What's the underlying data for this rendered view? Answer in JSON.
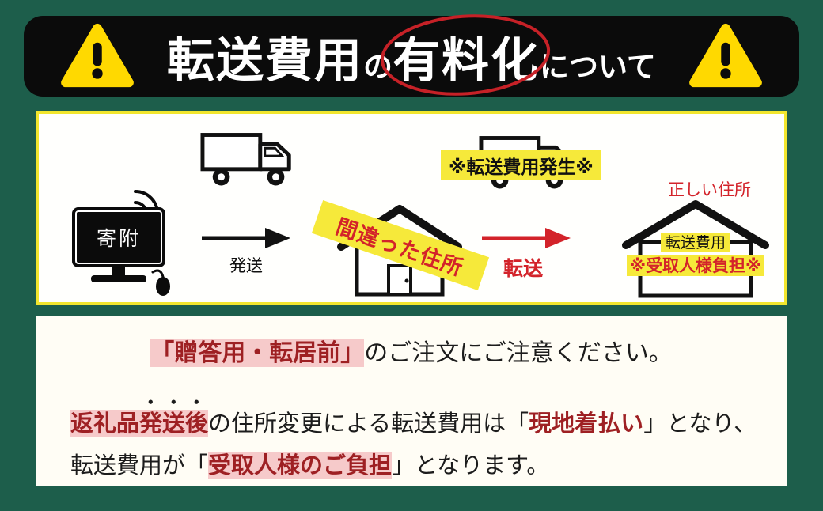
{
  "colors": {
    "background_green": "#1d5e4b",
    "banner_black": "#0b0b0b",
    "warning_yellow": "#ffd900",
    "highlight_yellow": "#f6e93a",
    "accent_red": "#d3232a",
    "dark_red": "#9e2023",
    "pink_highlight": "#f6caca",
    "diagram_border_yellow": "#f2e62e"
  },
  "header": {
    "title_part1": "転送費用",
    "title_particle": "の",
    "title_circled": "有料化",
    "title_suffix": "について"
  },
  "diagram": {
    "monitor_label": "寄附",
    "ship_label": "発送",
    "wrong_address_label": "間違った住所",
    "transfer_label": "転送",
    "fee_alert": "※転送費用発生※",
    "correct_address_label": "正しい住所",
    "recipient_fee_line1": "転送費用",
    "recipient_fee_line2": "※受取人様負担※"
  },
  "notice": {
    "line1": {
      "open": "「",
      "highlight": "贈答用・転居前",
      "close": "」",
      "rest": "のご注文にご注意ください。"
    },
    "line2": {
      "highlight_a": "返礼品",
      "highlight_b": "発送後",
      "mid": "の住所変更による転送費用は「",
      "strong": "現地着払い",
      "end": "」となり、"
    },
    "line3": {
      "start": "転送費用が「",
      "strong": "受取人様のご負担",
      "end": "」となります。"
    }
  }
}
